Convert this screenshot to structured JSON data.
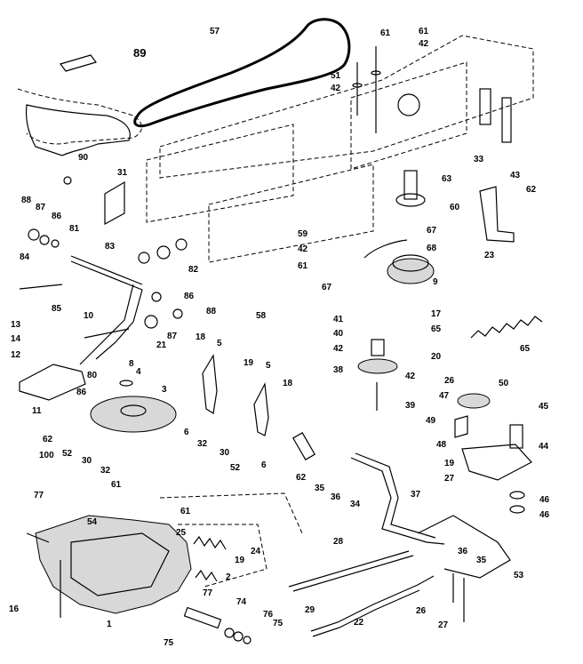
{
  "diagram": {
    "labels": [
      {
        "id": "89",
        "text": "89"
      },
      {
        "id": "57",
        "text": "57"
      },
      {
        "id": "61a",
        "text": "61"
      },
      {
        "id": "61b",
        "text": "61"
      },
      {
        "id": "42a",
        "text": "42"
      },
      {
        "id": "51",
        "text": "51"
      },
      {
        "id": "42b",
        "text": "42"
      },
      {
        "id": "90",
        "text": "90"
      },
      {
        "id": "31",
        "text": "31"
      },
      {
        "id": "33",
        "text": "33"
      },
      {
        "id": "43",
        "text": "43"
      },
      {
        "id": "62a",
        "text": "62"
      },
      {
        "id": "63",
        "text": "63"
      },
      {
        "id": "60",
        "text": "60"
      },
      {
        "id": "23",
        "text": "23"
      },
      {
        "id": "88a",
        "text": "88"
      },
      {
        "id": "87a",
        "text": "87"
      },
      {
        "id": "86a",
        "text": "86"
      },
      {
        "id": "81",
        "text": "81"
      },
      {
        "id": "84",
        "text": "84"
      },
      {
        "id": "83",
        "text": "83"
      },
      {
        "id": "82",
        "text": "82"
      },
      {
        "id": "59",
        "text": "59"
      },
      {
        "id": "42c",
        "text": "42"
      },
      {
        "id": "61c",
        "text": "61"
      },
      {
        "id": "67a",
        "text": "67"
      },
      {
        "id": "68",
        "text": "68"
      },
      {
        "id": "67b",
        "text": "67"
      },
      {
        "id": "9",
        "text": "9"
      },
      {
        "id": "58",
        "text": "58"
      },
      {
        "id": "85",
        "text": "85"
      },
      {
        "id": "86b",
        "text": "86"
      },
      {
        "id": "88b",
        "text": "88"
      },
      {
        "id": "10",
        "text": "10"
      },
      {
        "id": "87b",
        "text": "87"
      },
      {
        "id": "21",
        "text": "21"
      },
      {
        "id": "41",
        "text": "41"
      },
      {
        "id": "17",
        "text": "17"
      },
      {
        "id": "65a",
        "text": "65"
      },
      {
        "id": "40",
        "text": "40"
      },
      {
        "id": "42d",
        "text": "42"
      },
      {
        "id": "65b",
        "text": "65"
      },
      {
        "id": "20",
        "text": "20"
      },
      {
        "id": "13",
        "text": "13"
      },
      {
        "id": "14",
        "text": "14"
      },
      {
        "id": "12",
        "text": "12"
      },
      {
        "id": "8",
        "text": "8"
      },
      {
        "id": "18a",
        "text": "18"
      },
      {
        "id": "5a",
        "text": "5"
      },
      {
        "id": "19a",
        "text": "19"
      },
      {
        "id": "5b",
        "text": "5"
      },
      {
        "id": "80",
        "text": "80"
      },
      {
        "id": "86c",
        "text": "86"
      },
      {
        "id": "4",
        "text": "4"
      },
      {
        "id": "3",
        "text": "3"
      },
      {
        "id": "38",
        "text": "38"
      },
      {
        "id": "42e",
        "text": "42"
      },
      {
        "id": "18b",
        "text": "18"
      },
      {
        "id": "39",
        "text": "39"
      },
      {
        "id": "26a",
        "text": "26"
      },
      {
        "id": "50",
        "text": "50"
      },
      {
        "id": "47",
        "text": "47"
      },
      {
        "id": "11",
        "text": "11"
      },
      {
        "id": "6a",
        "text": "6"
      },
      {
        "id": "6b",
        "text": "6"
      },
      {
        "id": "49",
        "text": "49"
      },
      {
        "id": "45",
        "text": "45"
      },
      {
        "id": "44",
        "text": "44"
      },
      {
        "id": "48",
        "text": "48"
      },
      {
        "id": "62b",
        "text": "62"
      },
      {
        "id": "100",
        "text": "100"
      },
      {
        "id": "52a",
        "text": "52"
      },
      {
        "id": "30a",
        "text": "30"
      },
      {
        "id": "32a",
        "text": "32"
      },
      {
        "id": "61d",
        "text": "61"
      },
      {
        "id": "32b",
        "text": "32"
      },
      {
        "id": "30b",
        "text": "30"
      },
      {
        "id": "52b",
        "text": "52"
      },
      {
        "id": "62c",
        "text": "62"
      },
      {
        "id": "35a",
        "text": "35"
      },
      {
        "id": "36a",
        "text": "36"
      },
      {
        "id": "19b",
        "text": "19"
      },
      {
        "id": "27a",
        "text": "27"
      },
      {
        "id": "46a",
        "text": "46"
      },
      {
        "id": "46b",
        "text": "46"
      },
      {
        "id": "77a",
        "text": "77"
      },
      {
        "id": "54",
        "text": "54"
      },
      {
        "id": "61e",
        "text": "61"
      },
      {
        "id": "37",
        "text": "37"
      },
      {
        "id": "34",
        "text": "34"
      },
      {
        "id": "25",
        "text": "25"
      },
      {
        "id": "24",
        "text": "24"
      },
      {
        "id": "19c",
        "text": "19"
      },
      {
        "id": "28",
        "text": "28"
      },
      {
        "id": "36b",
        "text": "36"
      },
      {
        "id": "35b",
        "text": "35"
      },
      {
        "id": "53",
        "text": "53"
      },
      {
        "id": "2",
        "text": "2"
      },
      {
        "id": "77b",
        "text": "77"
      },
      {
        "id": "16",
        "text": "16"
      },
      {
        "id": "1",
        "text": "1"
      },
      {
        "id": "74",
        "text": "74"
      },
      {
        "id": "76",
        "text": "76"
      },
      {
        "id": "75a",
        "text": "75"
      },
      {
        "id": "75b",
        "text": "75"
      },
      {
        "id": "29",
        "text": "29"
      },
      {
        "id": "22",
        "text": "22"
      },
      {
        "id": "26b",
        "text": "26"
      },
      {
        "id": "27b",
        "text": "27"
      }
    ]
  }
}
